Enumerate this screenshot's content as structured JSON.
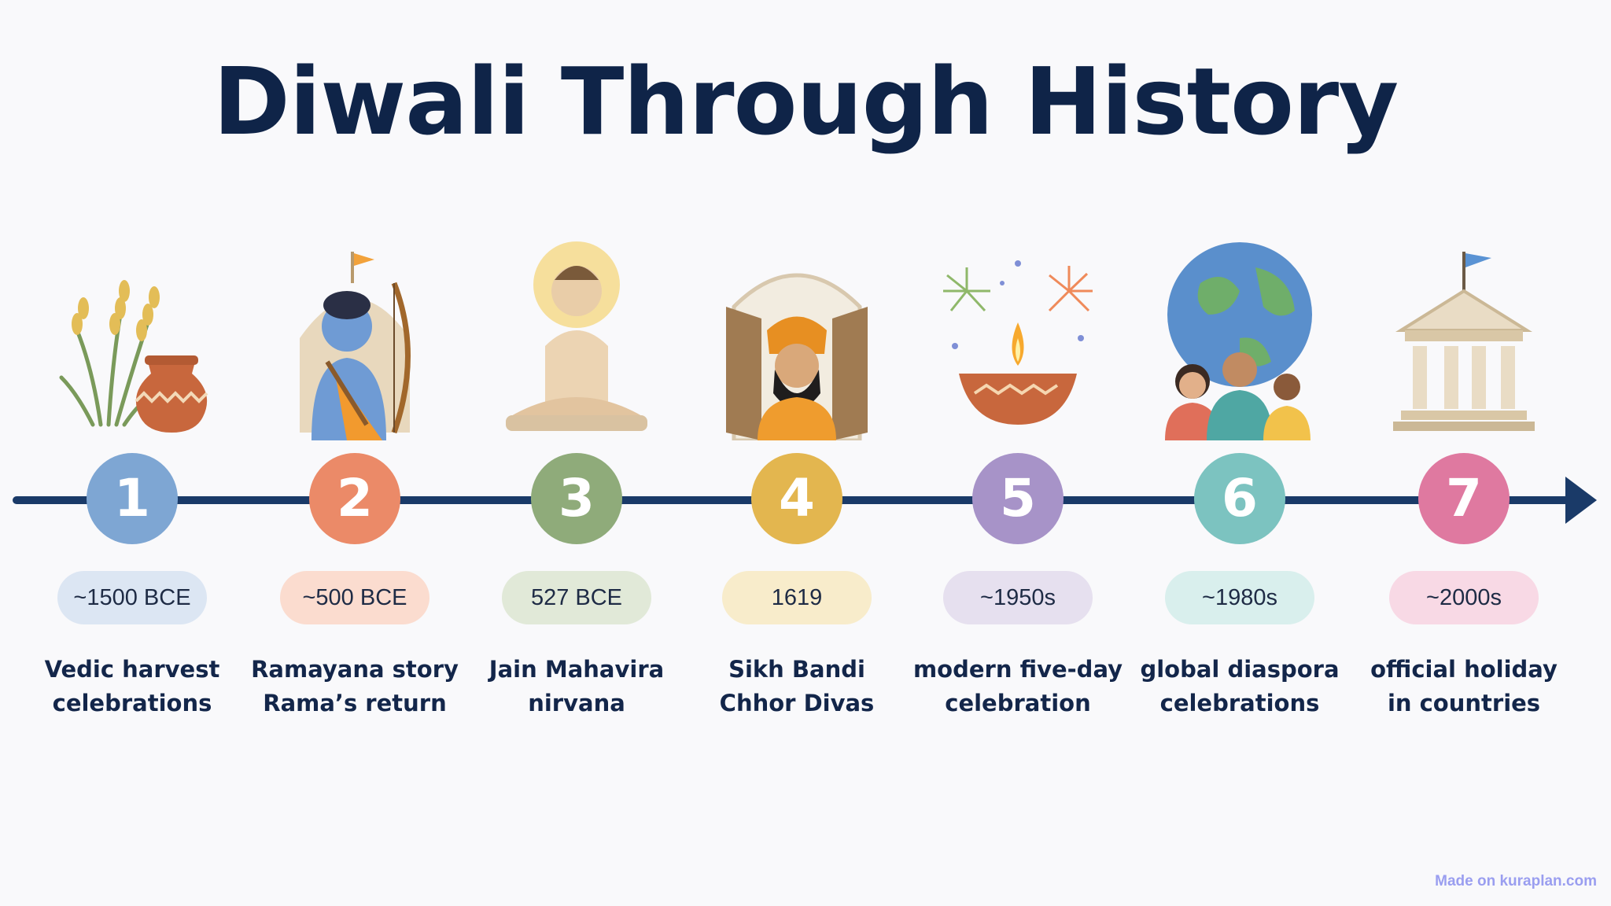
{
  "title": "Diwali Through History",
  "watermark": "Made on kuraplan.com",
  "colors": {
    "title": "#0f2448",
    "timeline": "#1a3a68",
    "label_text": "#13264a"
  },
  "milestones": [
    {
      "number": "1",
      "date": "~1500 BCE",
      "line1": "Vedic harvest",
      "line2": "celebrations",
      "icon": "harvest-pot-icon",
      "circle_color": "#7ea6d3",
      "pill_color": "#dce6f3"
    },
    {
      "number": "2",
      "date": "~500 BCE",
      "line1": "Ramayana story",
      "line2": "Rama’s return",
      "icon": "rama-archer-icon",
      "circle_color": "#eb8a68",
      "pill_color": "#fbdccf"
    },
    {
      "number": "3",
      "date": "527 BCE",
      "line1": "Jain Mahavira",
      "line2": "nirvana",
      "icon": "meditating-mahavira-icon",
      "circle_color": "#8fab7a",
      "pill_color": "#e1e9d8"
    },
    {
      "number": "4",
      "date": "1619",
      "line1": "Sikh Bandi",
      "line2": "Chhor Divas",
      "icon": "sikh-guru-doors-icon",
      "circle_color": "#e3b64f",
      "pill_color": "#f8eccb"
    },
    {
      "number": "5",
      "date": "~1950s",
      "line1": "modern  five-day",
      "line2": "celebration",
      "icon": "diya-fireworks-icon",
      "circle_color": "#a793c8",
      "pill_color": "#e6e0ef"
    },
    {
      "number": "6",
      "date": "~1980s",
      "line1": "global diaspora",
      "line2": "celebrations",
      "icon": "globe-family-icon",
      "circle_color": "#7cc3c0",
      "pill_color": "#d9efed"
    },
    {
      "number": "7",
      "date": "~2000s",
      "line1": "official holiday",
      "line2": "in countries",
      "icon": "government-building-icon",
      "circle_color": "#df79a0",
      "pill_color": "#f8d9e5"
    }
  ]
}
